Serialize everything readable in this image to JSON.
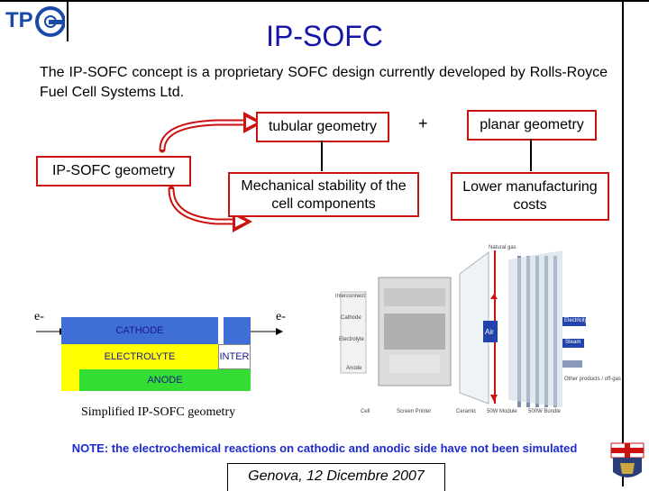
{
  "title": "IP-SOFC",
  "intro": "The IP-SOFC concept is a proprietary SOFC design currently developed by Rolls-Royce Fuel Cell Systems Ltd.",
  "logo": {
    "text": "TPG",
    "icon": "tpg-logo-icon"
  },
  "boxes": {
    "geometry": "IP-SOFC geometry",
    "tubular": "tubular geometry",
    "plus": "+",
    "planar": "planar geometry",
    "mechanical": "Mechanical stability of the cell components",
    "lower_cost": "Lower manufacturing costs"
  },
  "diagram": {
    "electron_left": "e-",
    "electron_right": "e-",
    "layers": {
      "cathode": "CATHODE",
      "electrolyte": "ELECTROLYTE",
      "inter": "INTER",
      "anode": "ANODE"
    },
    "caption": "Simplified IP-SOFC geometry",
    "colors": {
      "cathode": "#3f6fd6",
      "electrolyte": "#ffff00",
      "anode": "#33dd33",
      "arrow": "#cc1111"
    }
  },
  "photo_labels": {
    "natural_gas": "Natural gas",
    "interconnect": "Interconnect",
    "cathode": "Cathode",
    "electrolyte": "Electrolyte",
    "anode": "Anode",
    "air": "Air",
    "electricity": "Electricity",
    "steam": "Steam",
    "other_products": "Other products / off-gas",
    "cell": "Cell",
    "screen_printer": "Screen Printer",
    "ceramic": "Ceramic",
    "module": "50W Module",
    "bundle": "500W Bundle"
  },
  "note": "NOTE: the electrochemical reactions on cathodic and anodic side have not been simulated",
  "footer": "Genova, 12 Dicembre 2007",
  "crest_icon": "coat-of-arms-icon"
}
